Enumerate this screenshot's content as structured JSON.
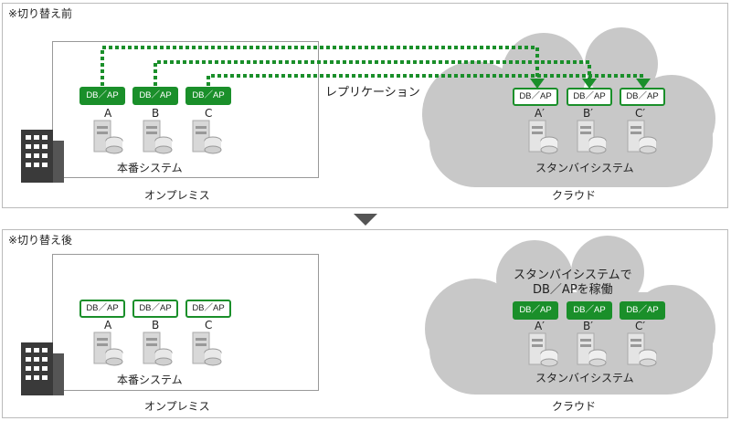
{
  "before": {
    "label": "※切り替え前",
    "badge": "DB／AP",
    "servers": [
      "A",
      "B",
      "C"
    ],
    "cloud_servers": [
      "A′",
      "B′",
      "C′"
    ],
    "system_label": "本番システム",
    "standby_label": "スタンバイシステム",
    "onprem_label": "オンプレミス",
    "cloud_label": "クラウド",
    "replication_label": "レプリケーション"
  },
  "after": {
    "label": "※切り替え後",
    "badge": "DB／AP",
    "servers": [
      "A",
      "B",
      "C"
    ],
    "cloud_servers": [
      "A′",
      "B′",
      "C′"
    ],
    "system_label": "本番システム",
    "standby_label": "スタンバイシステム",
    "onprem_label": "オンプレミス",
    "cloud_label": "クラウド",
    "cloud_note_line1": "スタンバイシステムで",
    "cloud_note_line2": "DB／APを稼働"
  },
  "colors": {
    "green": "#1a8f2a",
    "cloud": "#c8c8c8",
    "arrow": "#555555"
  }
}
